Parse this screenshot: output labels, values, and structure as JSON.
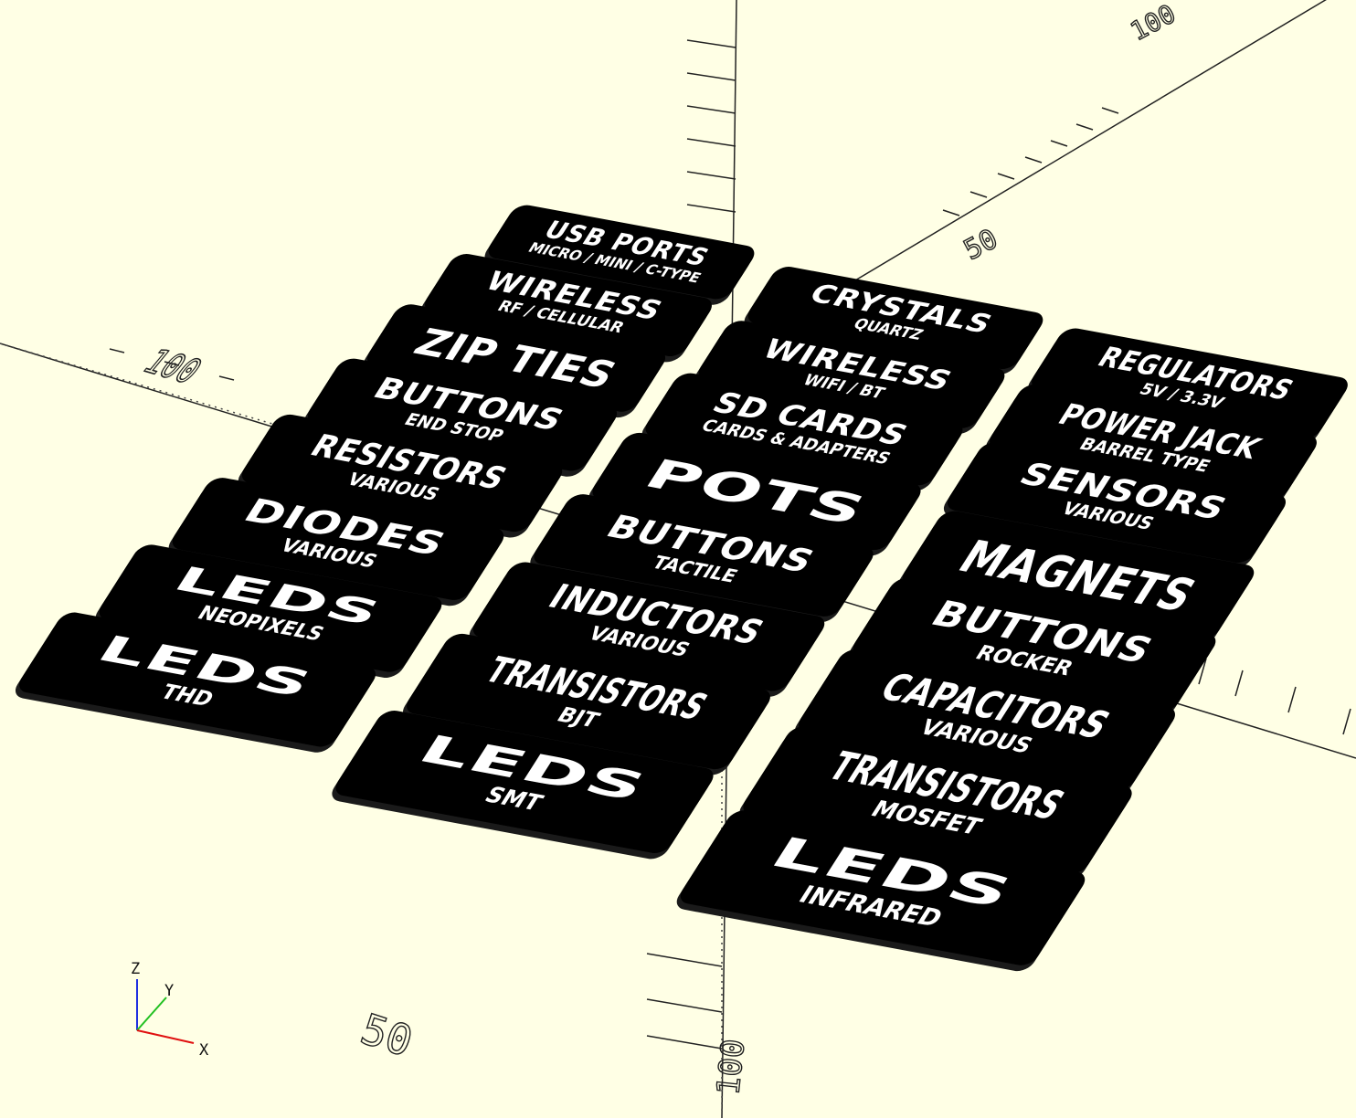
{
  "app": {
    "view": "3D viewport"
  },
  "colors": {
    "background": "#ffffe5",
    "plate": "#000000",
    "text": "#ffffff",
    "axis_line": "#222222",
    "axis_x": "#e01010",
    "axis_y": "#20c020",
    "axis_z": "#2030e0"
  },
  "axis_gizmo": {
    "x_label": "X",
    "y_label": "Y",
    "z_label": "Z"
  },
  "axis_scale_labels": {
    "neg_x": "100",
    "pos_y": "50",
    "pos_y_far": "100",
    "neg_y": "50",
    "neg_y_far": "100"
  },
  "labels": [
    {
      "title": "USB PORTS",
      "subtitle": "MICRO / MINI / C-TYPE"
    },
    {
      "title": "WIRELESS",
      "subtitle": "RF / CELLULAR"
    },
    {
      "title": "ZIP TIES",
      "subtitle": ""
    },
    {
      "title": "BUTTONS",
      "subtitle": "END STOP"
    },
    {
      "title": "RESISTORS",
      "subtitle": "VARIOUS"
    },
    {
      "title": "DIODES",
      "subtitle": "VARIOUS"
    },
    {
      "title": "LEDS",
      "subtitle": "NEOPIXELS"
    },
    {
      "title": "LEDS",
      "subtitle": "THD"
    },
    {
      "title": "CRYSTALS",
      "subtitle": "QUARTZ"
    },
    {
      "title": "WIRELESS",
      "subtitle": "WIFI / BT"
    },
    {
      "title": "SD CARDS",
      "subtitle": "CARDS & ADAPTERS"
    },
    {
      "title": "POTS",
      "subtitle": ""
    },
    {
      "title": "BUTTONS",
      "subtitle": "TACTILE"
    },
    {
      "title": "INDUCTORS",
      "subtitle": "VARIOUS"
    },
    {
      "title": "TRANSISTORS",
      "subtitle": "BJT"
    },
    {
      "title": "LEDS",
      "subtitle": "SMT"
    },
    {
      "title": "REGULATORS",
      "subtitle": "5V / 3.3V"
    },
    {
      "title": "POWER JACK",
      "subtitle": "BARREL TYPE"
    },
    {
      "title": "SENSORS",
      "subtitle": "VARIOUS"
    },
    {
      "title": "MAGNETS",
      "subtitle": ""
    },
    {
      "title": "BUTTONS",
      "subtitle": "ROCKER"
    },
    {
      "title": "CAPACITORS",
      "subtitle": "VARIOUS"
    },
    {
      "title": "TRANSISTORS",
      "subtitle": "MOSFET"
    },
    {
      "title": "LEDS",
      "subtitle": "INFRARED"
    }
  ]
}
